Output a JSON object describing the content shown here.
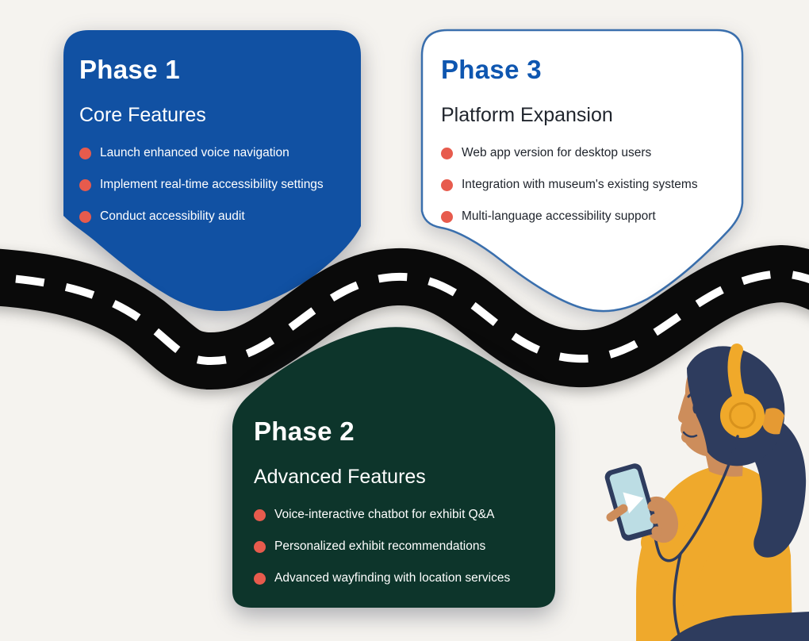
{
  "colors": {
    "background": "#f5f3ef",
    "road": "#0a0a0a",
    "road_dash": "#ffffff",
    "card_blue": "#1151a3",
    "card_green": "#0d352b",
    "card_white": "#ffffff",
    "card_border_blue": "#3a6fad",
    "phase3_title_blue": "#0e56b0",
    "dark_text": "#20252d",
    "light_text": "#ffffff",
    "bullet_red": "#e75b4d"
  },
  "cards": {
    "phase1": {
      "title": "Phase 1",
      "subtitle": "Core Features",
      "items": [
        "Launch enhanced voice navigation",
        "Implement real-time accessibility settings",
        "Conduct accessibility audit"
      ]
    },
    "phase2": {
      "title": "Phase 2",
      "subtitle": "Advanced Features",
      "items": [
        "Voice-interactive chatbot for exhibit Q&A",
        "Personalized exhibit recommendations",
        "Advanced wayfinding with location services"
      ]
    },
    "phase3": {
      "title": "Phase 3",
      "subtitle": "Platform Expansion",
      "items": [
        "Web app version for desktop users",
        "Integration with museum's existing systems",
        "Multi-language accessibility support"
      ]
    }
  },
  "illustration": {
    "description": "Woman wearing headphones listening to an audio guide on her phone",
    "skin": "#cd8d5b",
    "hair": "#2e3c5e",
    "outfit_yellow": "#efa92c",
    "headphone_yellow": "#f0a92a",
    "headphone_ring": "#d8921c",
    "phone_body": "#2e3c5e",
    "phone_screen": "#bcdde4",
    "play_icon": "#ffffff",
    "hair_tie": "#e59a33",
    "skirt": "#2e3c5e"
  }
}
